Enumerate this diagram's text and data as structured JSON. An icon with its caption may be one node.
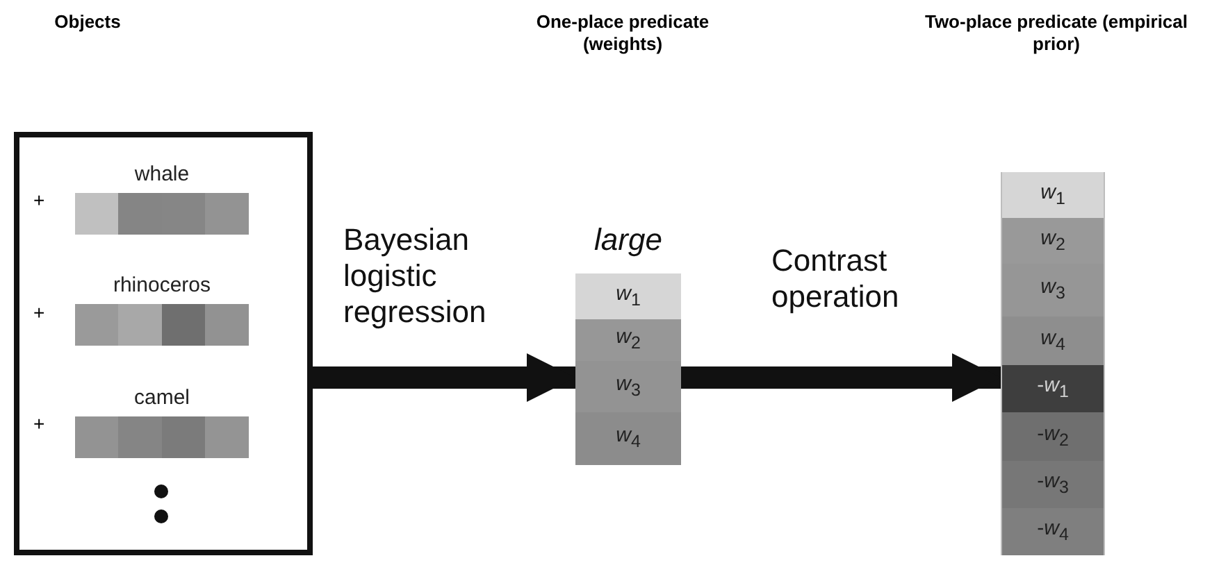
{
  "diagram": {
    "nodes": [
      {
        "text": [],
        "shape": "box"
      },
      {
        "text": [
          "whale"
        ],
        "in": 0
      },
      {
        "text": [
          "rhinoceros"
        ],
        "in": 0
      },
      {
        "text": [
          "camel"
        ],
        "in": 0
      },
      {
        "text": [
          "*large*"
        ]
      },
      {
        "text": [
          "*w*$_{1}$"
        ],
        "in": 4
      },
      {
        "text": [
          "*w*$_{2}$"
        ],
        "in": 4
      },
      {
        "text": [
          "*w*$_{3}$"
        ],
        "in": 4
      },
      {
        "text": [
          "*w*$_{4}$"
        ],
        "in": 4
      },
      {
        "text": [],
        "shape": "bar"
      },
      {
        "text": [
          "*w*$_{1}$"
        ],
        "in": 9
      },
      {
        "text": [
          "*w*$_{2}$"
        ],
        "in": 9
      },
      {
        "text": [
          "*w*$_{3}$"
        ],
        "in": 9
      },
      {
        "text": [
          "*w*$_{4}$"
        ],
        "in": 9
      },
      {
        "text": [
          "-*w*$_{1}$"
        ],
        "in": 9
      },
      {
        "text": [
          "-*w*$_{2}$"
        ],
        "in": 9
      },
      {
        "text": [
          "-*w*$_{3}$"
        ],
        "in": 9
      },
      {
        "text": [
          "-*w*$_{4}$"
        ],
        "in": 9
      }
    ],
    "edges": [
      {
        "from": 0,
        "to": 4,
        "arrow": "to",
        "label": "Bayesian logistic regression"
      },
      {
        "from": 4,
        "to": 9,
        "arrow": "to",
        "label": "Contrast operation"
      }
    ],
    "labels": [
      "Objects",
      "One-place predicate (weights)",
      "Two-place predicate (empirical prior)",
      "+",
      "+",
      "+"
    ]
  }
}
